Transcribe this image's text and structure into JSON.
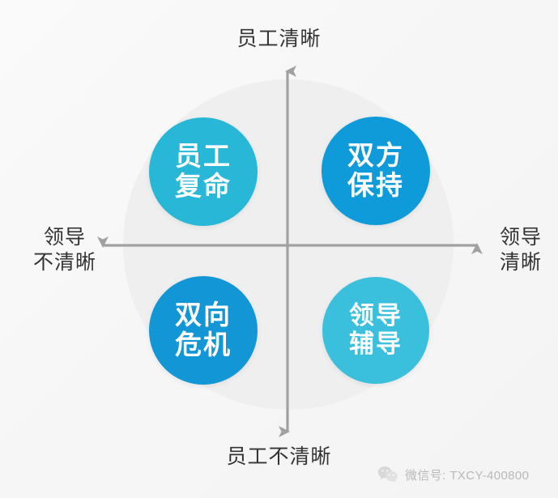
{
  "diagram": {
    "type": "2x2-quadrant-matrix",
    "axes": {
      "top_label": "员工清晰",
      "bottom_label": "员工不清晰",
      "left_label_line1": "领导",
      "left_label_line2": "不清晰",
      "right_label_line1": "领导",
      "right_label_line2": "清晰",
      "axis_color": "#a0a0a0"
    },
    "background_disc_color": "#ededed",
    "quadrants": [
      {
        "position": "top-left",
        "line1": "员工",
        "line2": "复命",
        "color": "#28b7d6"
      },
      {
        "position": "top-right",
        "line1": "双方",
        "line2": "保持",
        "color": "#0f9bd9"
      },
      {
        "position": "bottom-left",
        "line1": "双向",
        "line2": "危机",
        "color": "#1296d6"
      },
      {
        "position": "bottom-right",
        "line1": "领导",
        "line2": "辅导",
        "color": "#3ac0dc"
      }
    ]
  },
  "watermark": {
    "icon": "wechat-icon",
    "text": "微信号: TXCY-400800",
    "color": "#b9b9b9"
  }
}
